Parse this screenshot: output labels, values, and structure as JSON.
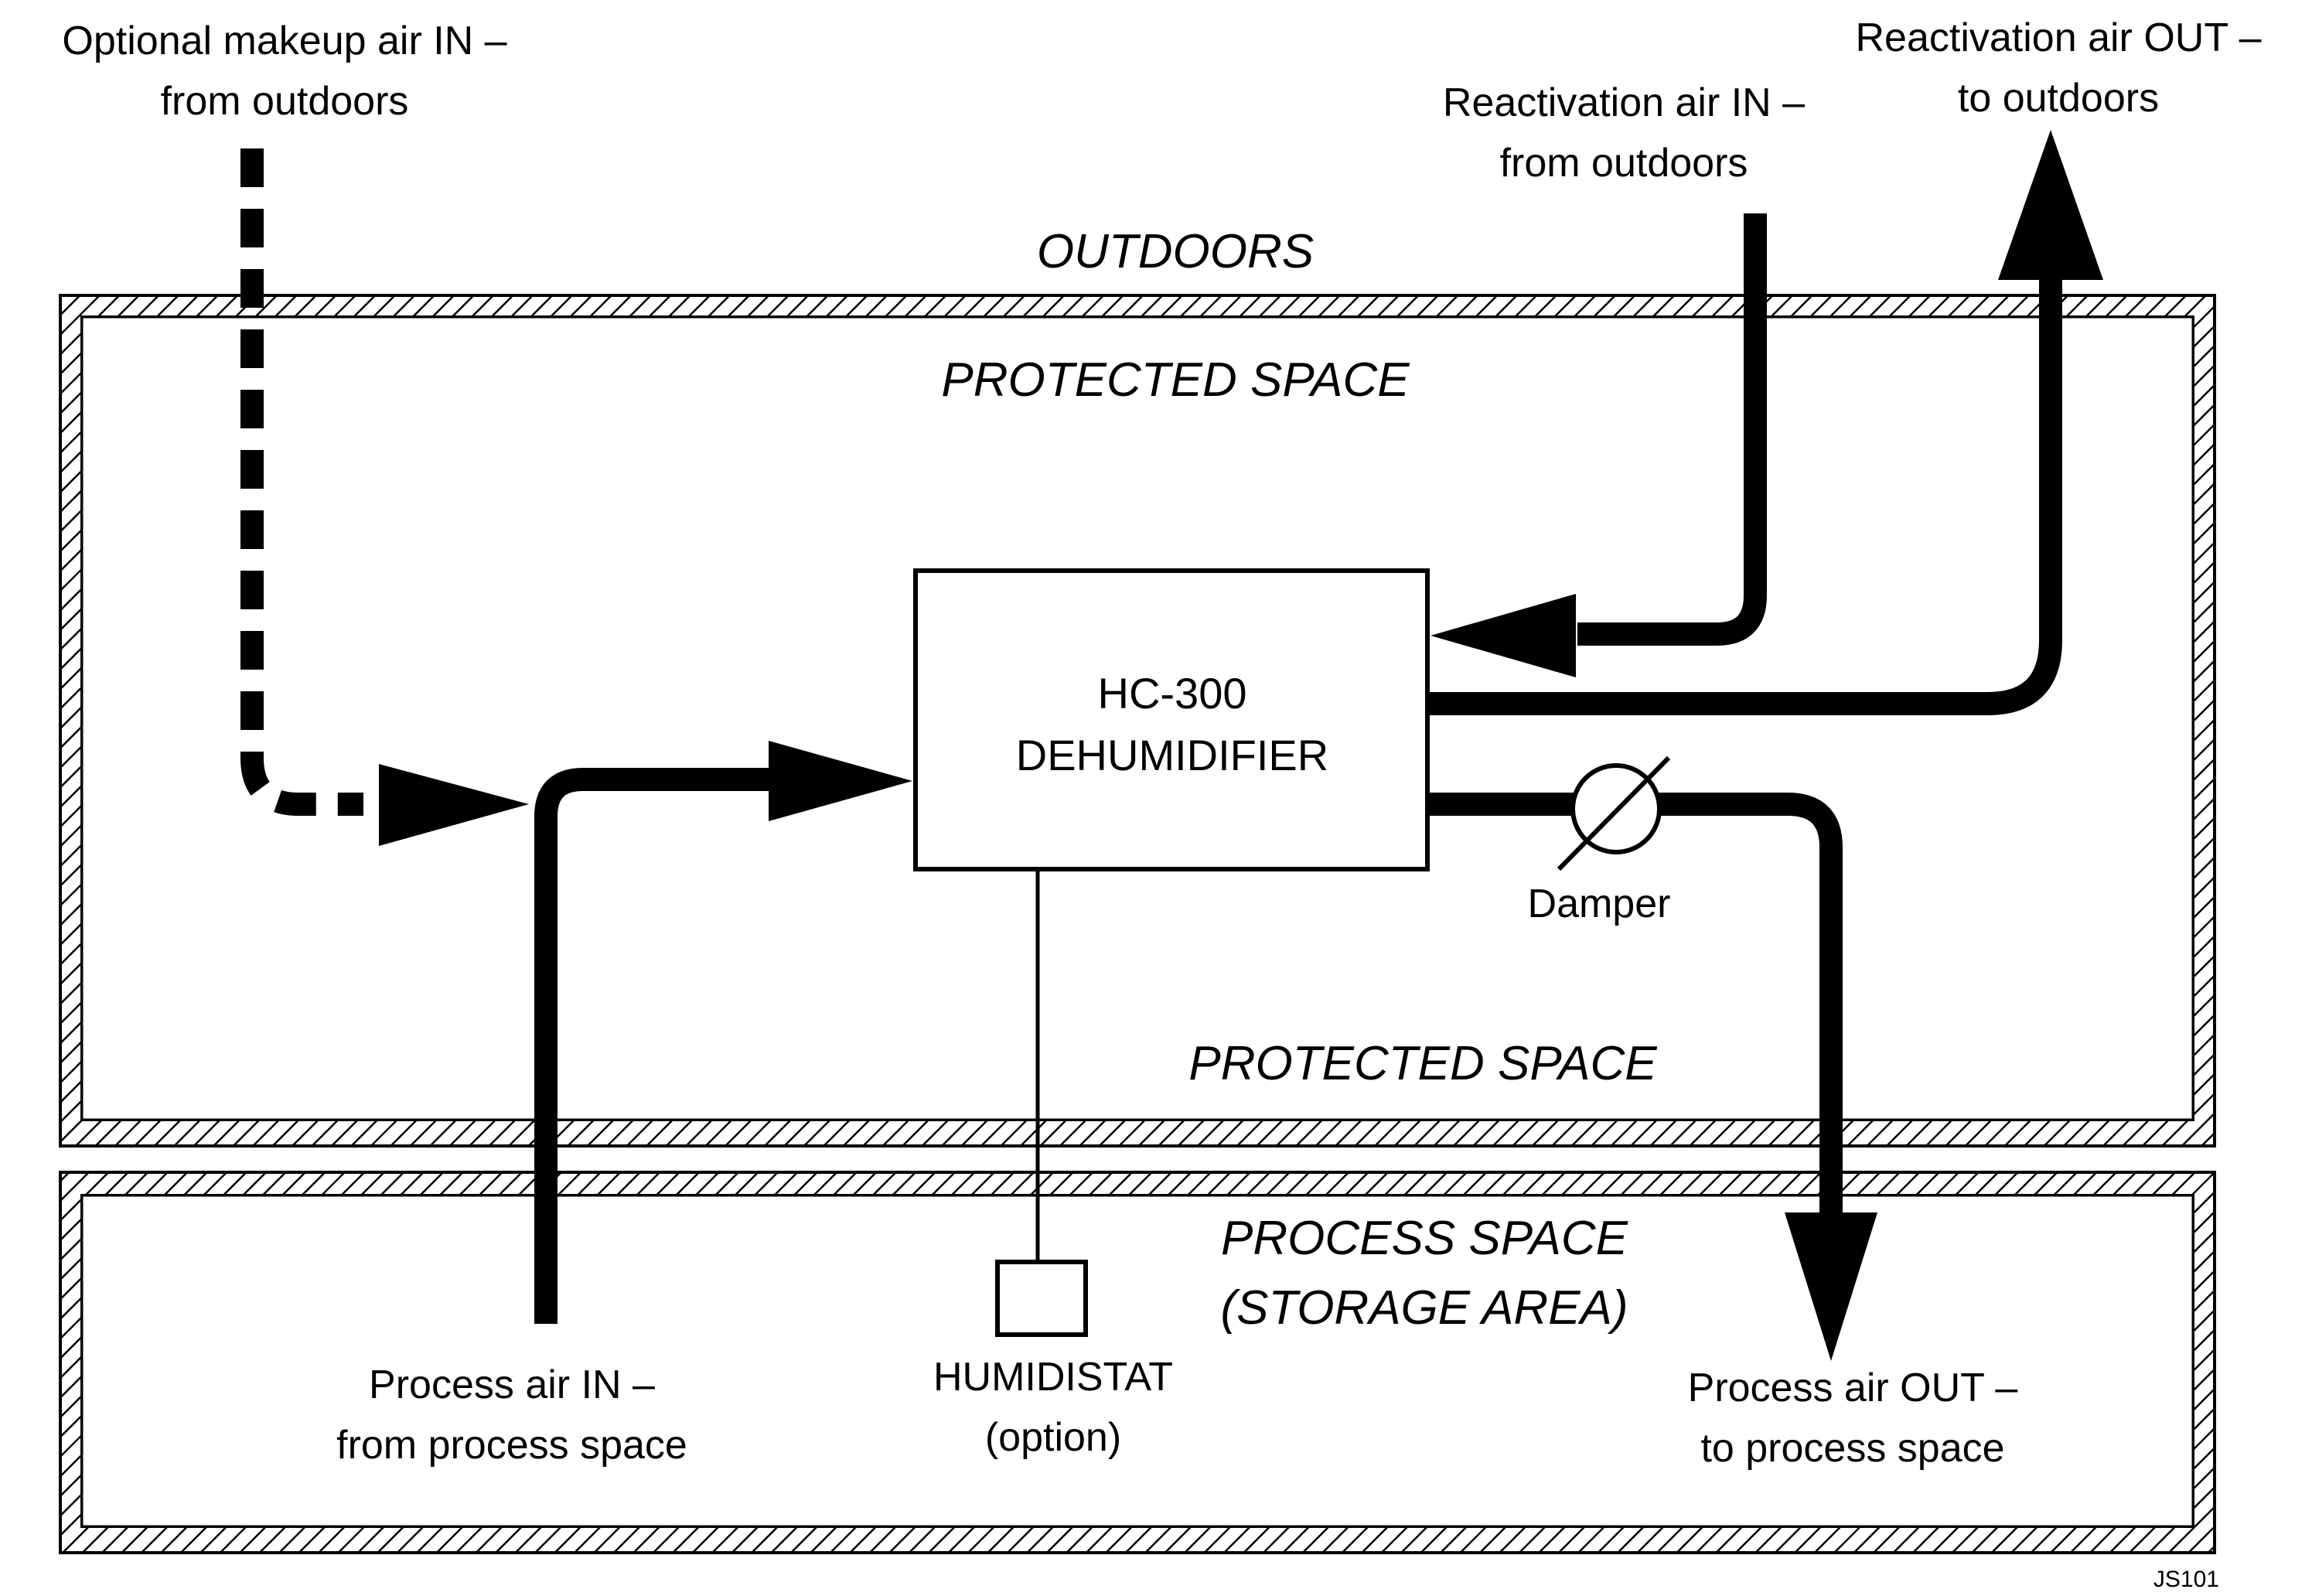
{
  "labels": {
    "makeup_in_1": "Optional makeup air IN –",
    "makeup_in_2": "from outdoors",
    "reactivation_in_1": "Reactivation air IN –",
    "reactivation_in_2": "from outdoors",
    "reactivation_out_1": "Reactivation air OUT –",
    "reactivation_out_2": "to outdoors",
    "outdoors": "OUTDOORS",
    "protected_space_top": "PROTECTED SPACE",
    "protected_space_bottom": "PROTECTED SPACE",
    "dehumidifier_1": "HC-300",
    "dehumidifier_2": "DEHUMIDIFIER",
    "damper": "Damper",
    "process_space_1": "PROCESS SPACE",
    "process_space_2": "(STORAGE AREA)",
    "process_in_1": "Process air IN –",
    "process_in_2": "from process space",
    "humidistat_1": "HUMIDISTAT",
    "humidistat_2": "(option)",
    "process_out_1": "Process air OUT –",
    "process_out_2": "to process space",
    "code": "JS101"
  },
  "colors": {
    "ink": "#000000",
    "paper": "#ffffff"
  }
}
